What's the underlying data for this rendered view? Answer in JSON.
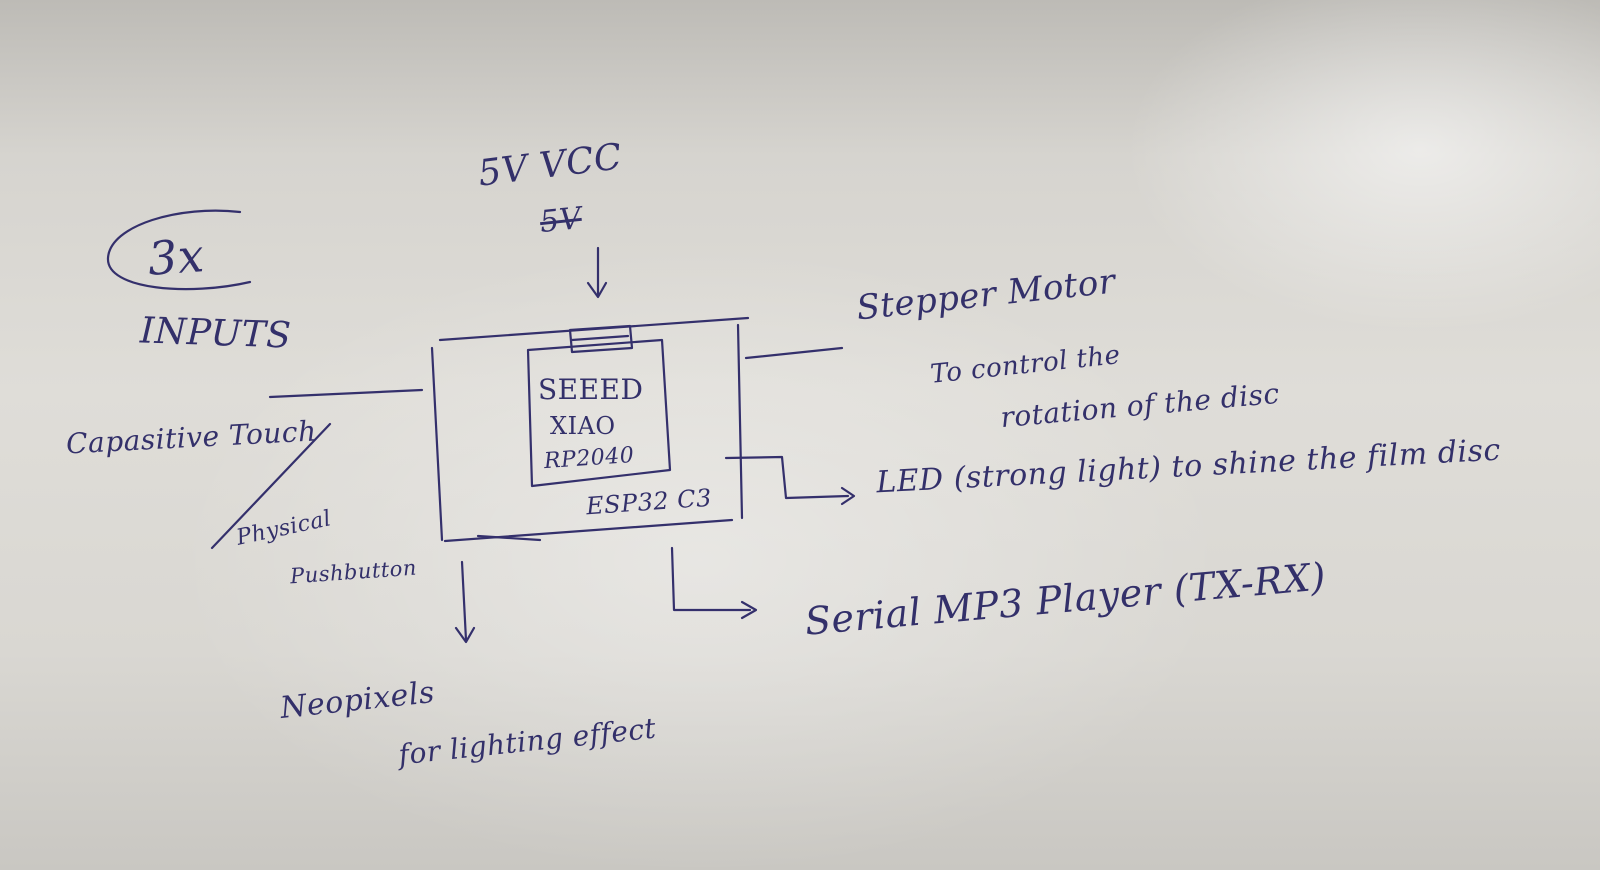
{
  "diagram": {
    "power": {
      "label": "5V VCC",
      "scribble": "5V"
    },
    "inputs": {
      "count": "3x",
      "label": "INPUTS",
      "option_a": "Capasitive Touch",
      "option_b_line1": "Physical",
      "option_b_line2": "Pushbutton"
    },
    "controller": {
      "brand": "SEEED",
      "model": "XIAO",
      "chip": "RP2040",
      "alt_chip": "ESP32 C3"
    },
    "outputs": {
      "stepper_title": "Stepper Motor",
      "stepper_desc_line1": "To control the",
      "stepper_desc_line2": "rotation of the disc",
      "led": "LED (strong light) to shine the film disc",
      "mp3": "Serial MP3 Player (TX-RX)",
      "neopixels_line1": "Neopixels",
      "neopixels_line2": "for lighting effect"
    }
  }
}
